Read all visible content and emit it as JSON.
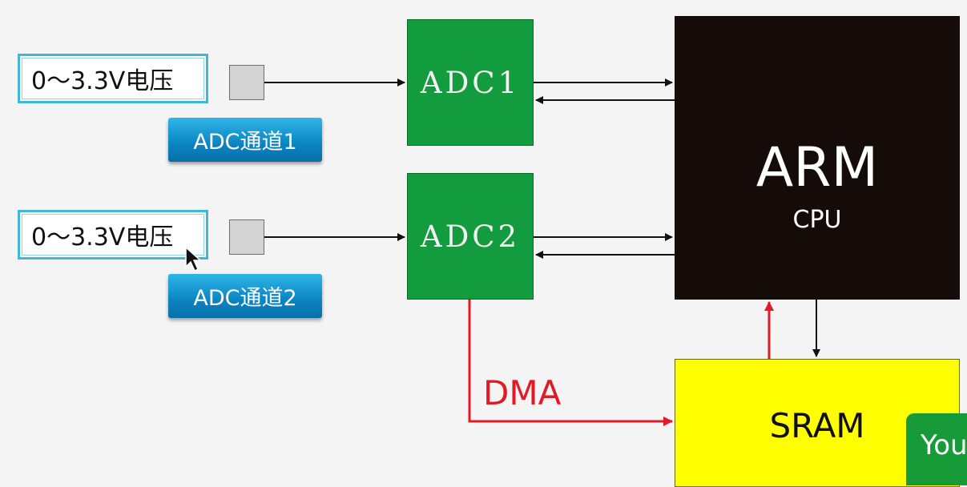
{
  "inputs": [
    {
      "voltage_label": "0～3.3V电压",
      "channel_label": "ADC通道1"
    },
    {
      "voltage_label": "0～3.3V电压",
      "channel_label": "ADC通道2"
    }
  ],
  "adcs": [
    {
      "label": "ADC1"
    },
    {
      "label": "ADC2"
    }
  ],
  "cpu": {
    "title": "ARM",
    "subtitle": "CPU"
  },
  "memory": {
    "label": "SRAM"
  },
  "dma": {
    "label": "DMA"
  },
  "overlay_badge": {
    "text": "You"
  },
  "colors": {
    "adc_fill": "#139c3e",
    "cpu_fill": "#150c09",
    "sram_fill": "#ffff00",
    "dma_color": "#e11b26",
    "channel_badge": "#0b84c2",
    "voltage_border": "#3fb7d9"
  },
  "icons": {
    "cursor": "mouse-pointer-icon"
  }
}
